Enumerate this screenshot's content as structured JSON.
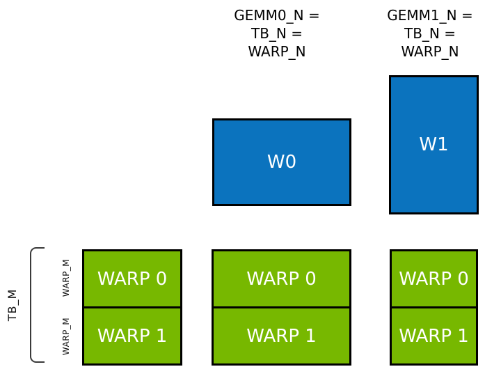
{
  "colors": {
    "blue": "#0b73be",
    "green": "#77b800",
    "outline": "#000000",
    "background": "#ffffff",
    "box_text": "#ffffff",
    "label_text": "#111111"
  },
  "headers": [
    {
      "line1": "GEMM0_N =",
      "line2": "TB_N =",
      "line3": "WARP_N"
    },
    {
      "line1": "GEMM1_N =",
      "line2": "TB_N =",
      "line3": "WARP_N"
    }
  ],
  "warp_tiles": [
    {
      "label": "W0"
    },
    {
      "label": "W1"
    }
  ],
  "warp_columns": [
    {
      "cells": [
        "WARP 0",
        "WARP 1"
      ]
    },
    {
      "cells": [
        "WARP 0",
        "WARP 1"
      ]
    },
    {
      "cells": [
        "WARP 0",
        "WARP 1"
      ]
    }
  ],
  "side_labels": {
    "tb_m": "TB_M",
    "warp_m_top": "WARP_M",
    "warp_m_bottom": "WARP_M"
  }
}
